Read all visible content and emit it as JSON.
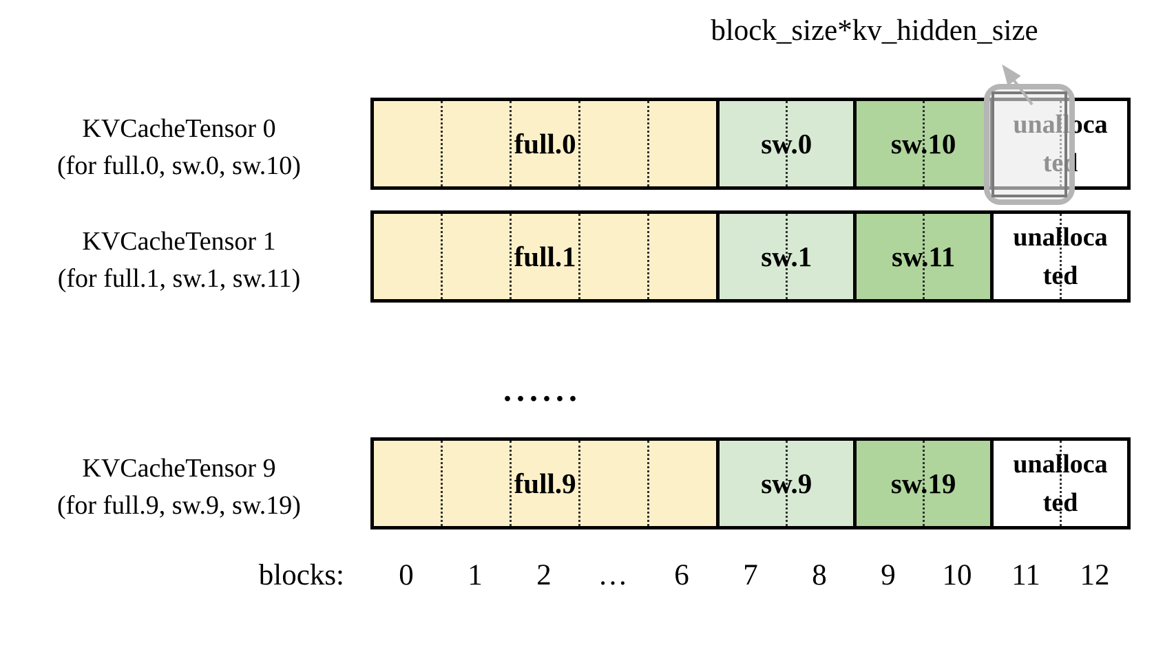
{
  "annotation": {
    "label": "block_size*kv_hidden_size"
  },
  "rows": [
    {
      "title": "KVCacheTensor 0",
      "subtitle": "(for full.0, sw.0, sw.10)",
      "segments": {
        "full": "full.0",
        "sw_a": "sw.0",
        "sw_b": "sw.10",
        "unallocated": "unalloca\nted"
      },
      "highlighted": true
    },
    {
      "title": "KVCacheTensor 1",
      "subtitle": "(for full.1, sw.1, sw.11)",
      "segments": {
        "full": "full.1",
        "sw_a": "sw.1",
        "sw_b": "sw.11",
        "unallocated": "unalloca\nted"
      },
      "highlighted": false
    },
    {
      "title": "KVCacheTensor 9",
      "subtitle": "(for full.9, sw.9, sw.19)",
      "segments": {
        "full": "full.9",
        "sw_a": "sw.9",
        "sw_b": "sw.19",
        "unallocated": "unalloca\nted"
      },
      "highlighted": false
    }
  ],
  "ellipsis_separator": "......",
  "axis": {
    "label": "blocks:",
    "ticks": [
      "0",
      "1",
      "2",
      "…",
      "6",
      "7",
      "8",
      "9",
      "10",
      "11",
      "12"
    ]
  },
  "colors": {
    "full-fill": "#FCF0C8",
    "sw-light-fill": "#D7E9D2",
    "sw-dark-fill": "#AFD49C",
    "unallocated-fill": "#FFFFFF",
    "line-black": "#000000",
    "highlight-gray": "#B5B5B5",
    "highlight-inner-gray": "#7A7A7A",
    "highlight-fill": "rgba(234,234,234,0.62)",
    "arrow-gray": "#B5B5B5"
  }
}
